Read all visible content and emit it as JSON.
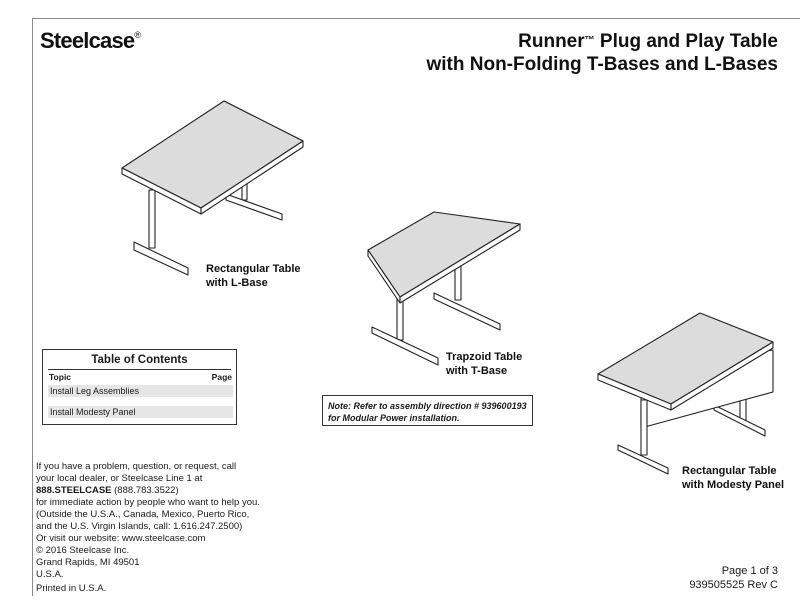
{
  "brand": {
    "name": "Steelcase",
    "reg_mark": "®"
  },
  "title": {
    "line1_prefix": "Runner",
    "tm": "™",
    "line1_suffix": " Plug and Play Table",
    "line2": "with Non-Folding T-Bases and L-Bases"
  },
  "illustrations": [
    {
      "caption_line1": "Rectangular Table",
      "caption_line2": "with L-Base"
    },
    {
      "caption_line1": "Trapzoid Table",
      "caption_line2": "with T-Base"
    },
    {
      "caption_line1": "Rectangular Table",
      "caption_line2": "with Modesty Panel"
    }
  ],
  "toc": {
    "title": "Table of Contents",
    "topic_header": "Topic",
    "page_header": "Page",
    "rows": [
      {
        "topic": "Install Leg Assemblies"
      },
      {
        "topic": "Install Modesty Panel"
      }
    ]
  },
  "note": {
    "line1": "Note: Refer to assembly direction # 939600193",
    "line2": "for Modular Power installation."
  },
  "contact": {
    "line1": "If you have a problem, question, or request, call",
    "line2": "your local dealer, or Steelcase Line 1 at",
    "phone_bold": "888.STEELCASE",
    "phone_num": " (888.783.3522)",
    "line4": "for immediate action by people who want to help you.",
    "line5": "(Outside the U.S.A., Canada, Mexico, Puerto Rico,",
    "line6": "and the U.S. Virgin Islands, call: 1.616.247.2500)",
    "line7": "Or visit our website: www.steelcase.com",
    "copyright": "© 2016 Steelcase Inc.",
    "city": "Grand Rapids, MI 49501",
    "country": "U.S.A.",
    "printed": "Printed in U.S.A."
  },
  "footer": {
    "page": "Page 1 of 3",
    "doc_number": "939505525 Rev C"
  }
}
